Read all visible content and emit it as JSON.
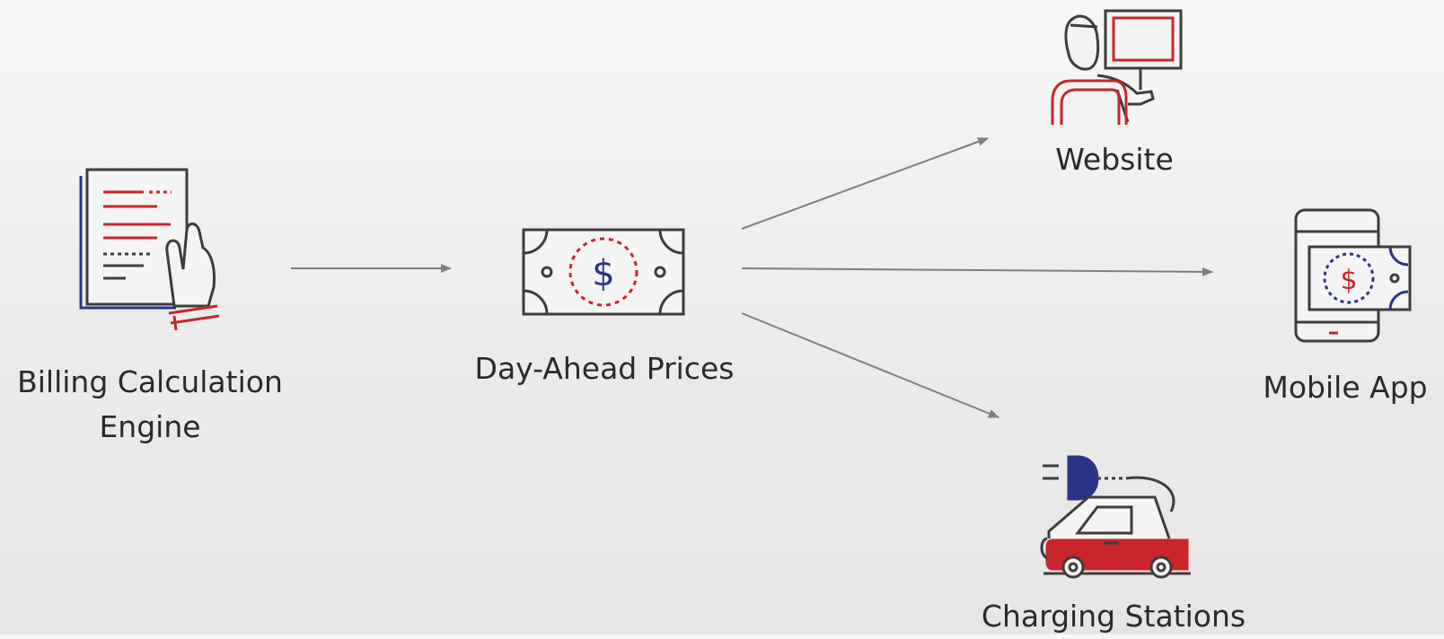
{
  "colors": {
    "dark": "#3d3d3d",
    "red": "#c9252c",
    "navy": "#2b3585",
    "arrow": "#7f7f7f"
  },
  "nodes": {
    "billing": {
      "label": "Billing Calculation Engine",
      "icon": "document-hand-icon"
    },
    "dayahead": {
      "label": "Day-Ahead Prices",
      "icon": "banknote-dollar-icon"
    },
    "website": {
      "label": "Website",
      "icon": "person-at-computer-icon"
    },
    "mobile": {
      "label": "Mobile App",
      "icon": "phone-banknote-icon"
    },
    "charging": {
      "label": "Charging Stations",
      "icon": "electric-car-plug-icon"
    }
  },
  "edges": [
    {
      "from": "Billing Calculation Engine",
      "to": "Day-Ahead Prices"
    },
    {
      "from": "Day-Ahead Prices",
      "to": "Website"
    },
    {
      "from": "Day-Ahead Prices",
      "to": "Mobile App"
    },
    {
      "from": "Day-Ahead Prices",
      "to": "Charging Stations"
    }
  ]
}
